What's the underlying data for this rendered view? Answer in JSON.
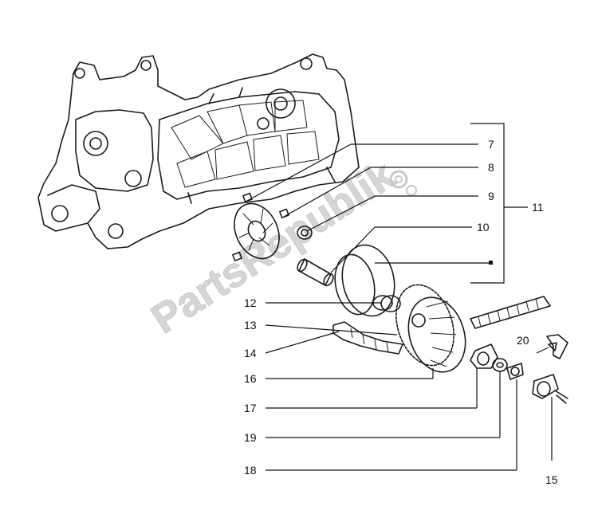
{
  "watermark": {
    "text": "PartsRepublik"
  },
  "callouts": {
    "c7": "7",
    "c8": "8",
    "c9": "9",
    "c10": "10",
    "c11": "11",
    "c12": "12",
    "c13": "13",
    "c14": "14",
    "c15": "15",
    "c16": "16",
    "c17": "17",
    "c18": "18",
    "c19": "19",
    "c20": "20"
  }
}
